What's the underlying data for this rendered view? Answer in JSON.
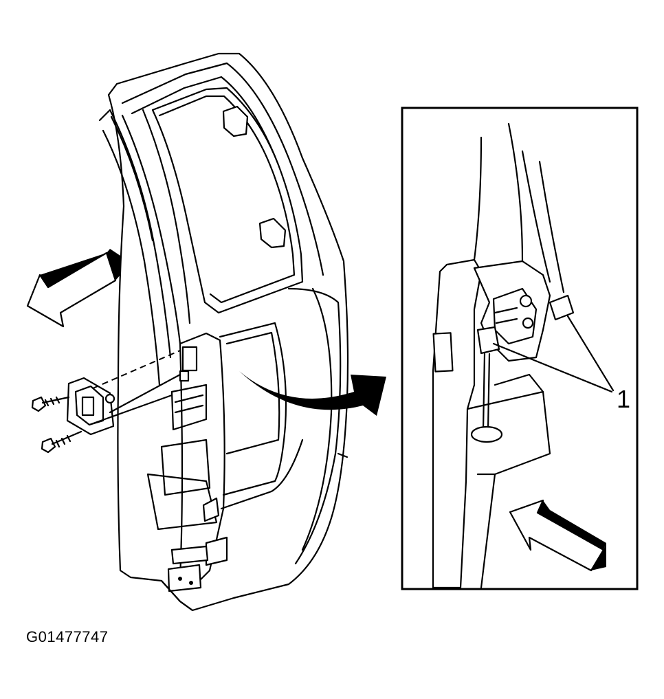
{
  "figure": {
    "id_label": "G01477747",
    "callouts": [
      {
        "number": "1"
      }
    ]
  },
  "icons": [
    "door-panel-illustration",
    "detail-inset-illustration",
    "curved-arrow-icon",
    "direction-arrow-left-icon",
    "direction-arrow-up-left-icon",
    "bolt-icon"
  ]
}
